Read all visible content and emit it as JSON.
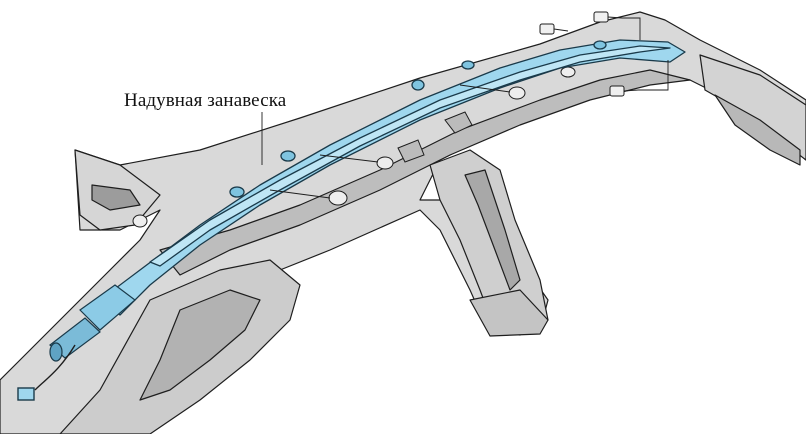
{
  "diagram": {
    "callout_label": "Надувная занавеска",
    "colors": {
      "airbag_fill": "#9fd7ee",
      "airbag_outline": "#1a3a4a",
      "body_fill": "#d9d9d9",
      "body_dark": "#9a9a9a",
      "line": "#1e1e1e"
    },
    "parts": [
      "car-body-frame",
      "side-curtain-airbag",
      "inflator",
      "connector-harness",
      "mounting-bolt"
    ]
  }
}
